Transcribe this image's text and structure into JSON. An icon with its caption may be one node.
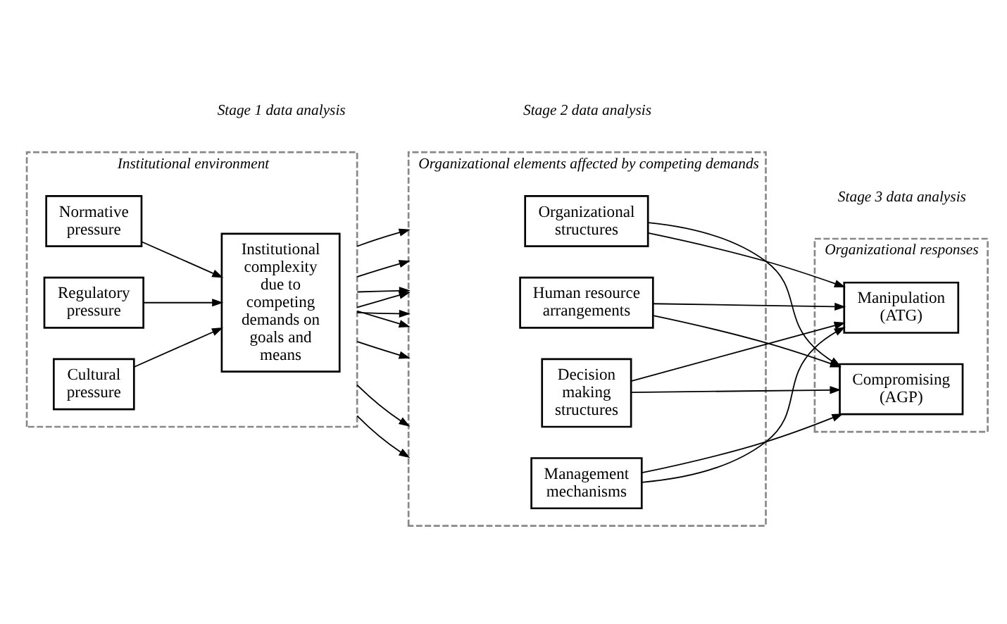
{
  "diagram": {
    "nodes": [
      {
        "text": [
          "Institutional environment"
        ]
      },
      {
        "text": [
          "Normative pressure"
        ],
        "in": 0
      },
      {
        "text": [
          "Regulatory pressure"
        ],
        "in": 0
      },
      {
        "text": [
          "Cultural pressure"
        ],
        "in": 0
      },
      {
        "text": [
          "Institutional complexity due to competing demands on goals and means"
        ],
        "in": 0
      },
      {
        "text": [
          "Organizational elements affected by competing demands"
        ]
      },
      {
        "text": [
          "Organizational structures"
        ],
        "in": 5
      },
      {
        "text": [
          "Human resource arrangements"
        ],
        "in": 5
      },
      {
        "text": [
          "Decision making structures"
        ],
        "in": 5
      },
      {
        "text": [
          "Management mechanisms"
        ],
        "in": 5
      },
      {
        "text": [
          "Organizational responses"
        ]
      },
      {
        "text": [
          "Manipulation (ATG)"
        ],
        "in": 10
      },
      {
        "text": [
          "Compromising (AGP)"
        ],
        "in": 10
      }
    ],
    "edges": [
      {
        "from": 1,
        "to": 4,
        "arrow": "to"
      },
      {
        "from": 2,
        "to": 4,
        "arrow": "to"
      },
      {
        "from": 3,
        "to": 4,
        "arrow": "to"
      },
      {
        "from": 0,
        "to": 5,
        "arrow": "to"
      },
      {
        "from": 0,
        "to": 5,
        "arrow": "to"
      },
      {
        "from": 0,
        "to": 5,
        "arrow": "to"
      },
      {
        "from": 0,
        "to": 5,
        "arrow": "to"
      },
      {
        "from": 0,
        "to": 5,
        "arrow": "to"
      },
      {
        "from": 0,
        "to": 5,
        "arrow": "to"
      },
      {
        "from": 0,
        "to": 5,
        "arrow": "to"
      },
      {
        "from": 0,
        "to": 5,
        "arrow": "to"
      },
      {
        "from": 0,
        "to": 5,
        "arrow": "to"
      },
      {
        "from": 6,
        "to": 11,
        "arrow": "to"
      },
      {
        "from": 6,
        "to": 12,
        "arrow": "to"
      },
      {
        "from": 7,
        "to": 11,
        "arrow": "to"
      },
      {
        "from": 7,
        "to": 12,
        "arrow": "to"
      },
      {
        "from": 8,
        "to": 11,
        "arrow": "to"
      },
      {
        "from": 8,
        "to": 12,
        "arrow": "to"
      },
      {
        "from": 9,
        "to": 11,
        "arrow": "to"
      },
      {
        "from": 9,
        "to": 12,
        "arrow": "to"
      }
    ],
    "labels": [
      "Stage 1 data analysis",
      "Stage 2 data analysis",
      "Stage 3 data analysis"
    ]
  }
}
